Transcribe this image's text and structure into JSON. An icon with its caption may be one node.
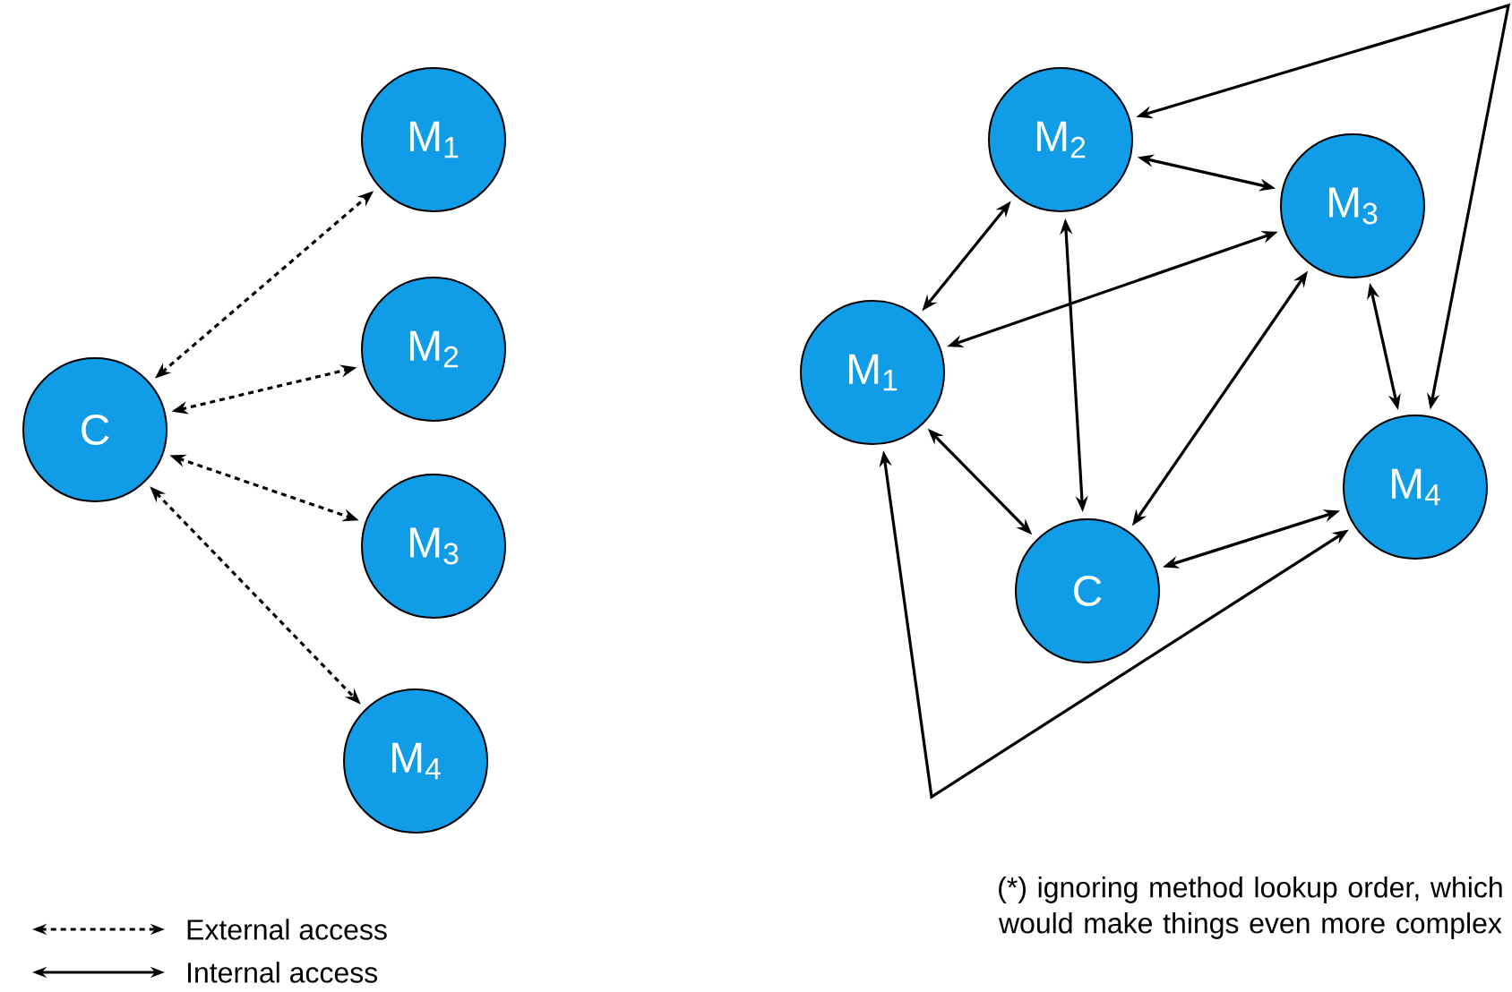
{
  "diagram": {
    "nodes": [
      {
        "text": [
          "C"
        ]
      },
      {
        "text": [
          "M$_{1}$"
        ]
      },
      {
        "text": [
          "M$_{2}$"
        ]
      },
      {
        "text": [
          "M$_{3}$"
        ]
      },
      {
        "text": [
          "M$_{4}$"
        ]
      },
      {
        "text": [
          "M$_{2}$"
        ]
      },
      {
        "text": [
          "M$_{3}$"
        ]
      },
      {
        "text": [
          "M$_{1}$"
        ]
      },
      {
        "text": [
          "M$_{4}$"
        ]
      },
      {
        "text": [
          "C"
        ]
      }
    ],
    "edges": [
      {
        "from": 0,
        "to": 1,
        "arrow": "both",
        "style": "dashed"
      },
      {
        "from": 0,
        "to": 2,
        "arrow": "both",
        "style": "dashed"
      },
      {
        "from": 0,
        "to": 3,
        "arrow": "both",
        "style": "dashed"
      },
      {
        "from": 0,
        "to": 4,
        "arrow": "both",
        "style": "dashed"
      },
      {
        "from": 5,
        "to": 6,
        "arrow": "both"
      },
      {
        "from": 5,
        "to": 7,
        "arrow": "both"
      },
      {
        "from": 5,
        "to": 9,
        "arrow": "both"
      },
      {
        "from": 6,
        "to": 7,
        "arrow": "both"
      },
      {
        "from": 6,
        "to": 9,
        "arrow": "both"
      },
      {
        "from": 6,
        "to": 8,
        "arrow": "both"
      },
      {
        "from": 7,
        "to": 9,
        "arrow": "both"
      },
      {
        "from": 9,
        "to": 8,
        "arrow": "both"
      },
      {
        "from": 7,
        "to": 8,
        "arrow": "both"
      },
      {
        "from": 5,
        "to": 8,
        "arrow": "both"
      }
    ],
    "labels": [
      "(*) ignoring method lookup order, which would make things even more complex"
    ],
    "legend": [
      {
        "text": "External access"
      },
      {
        "text": "Internal access"
      }
    ]
  }
}
